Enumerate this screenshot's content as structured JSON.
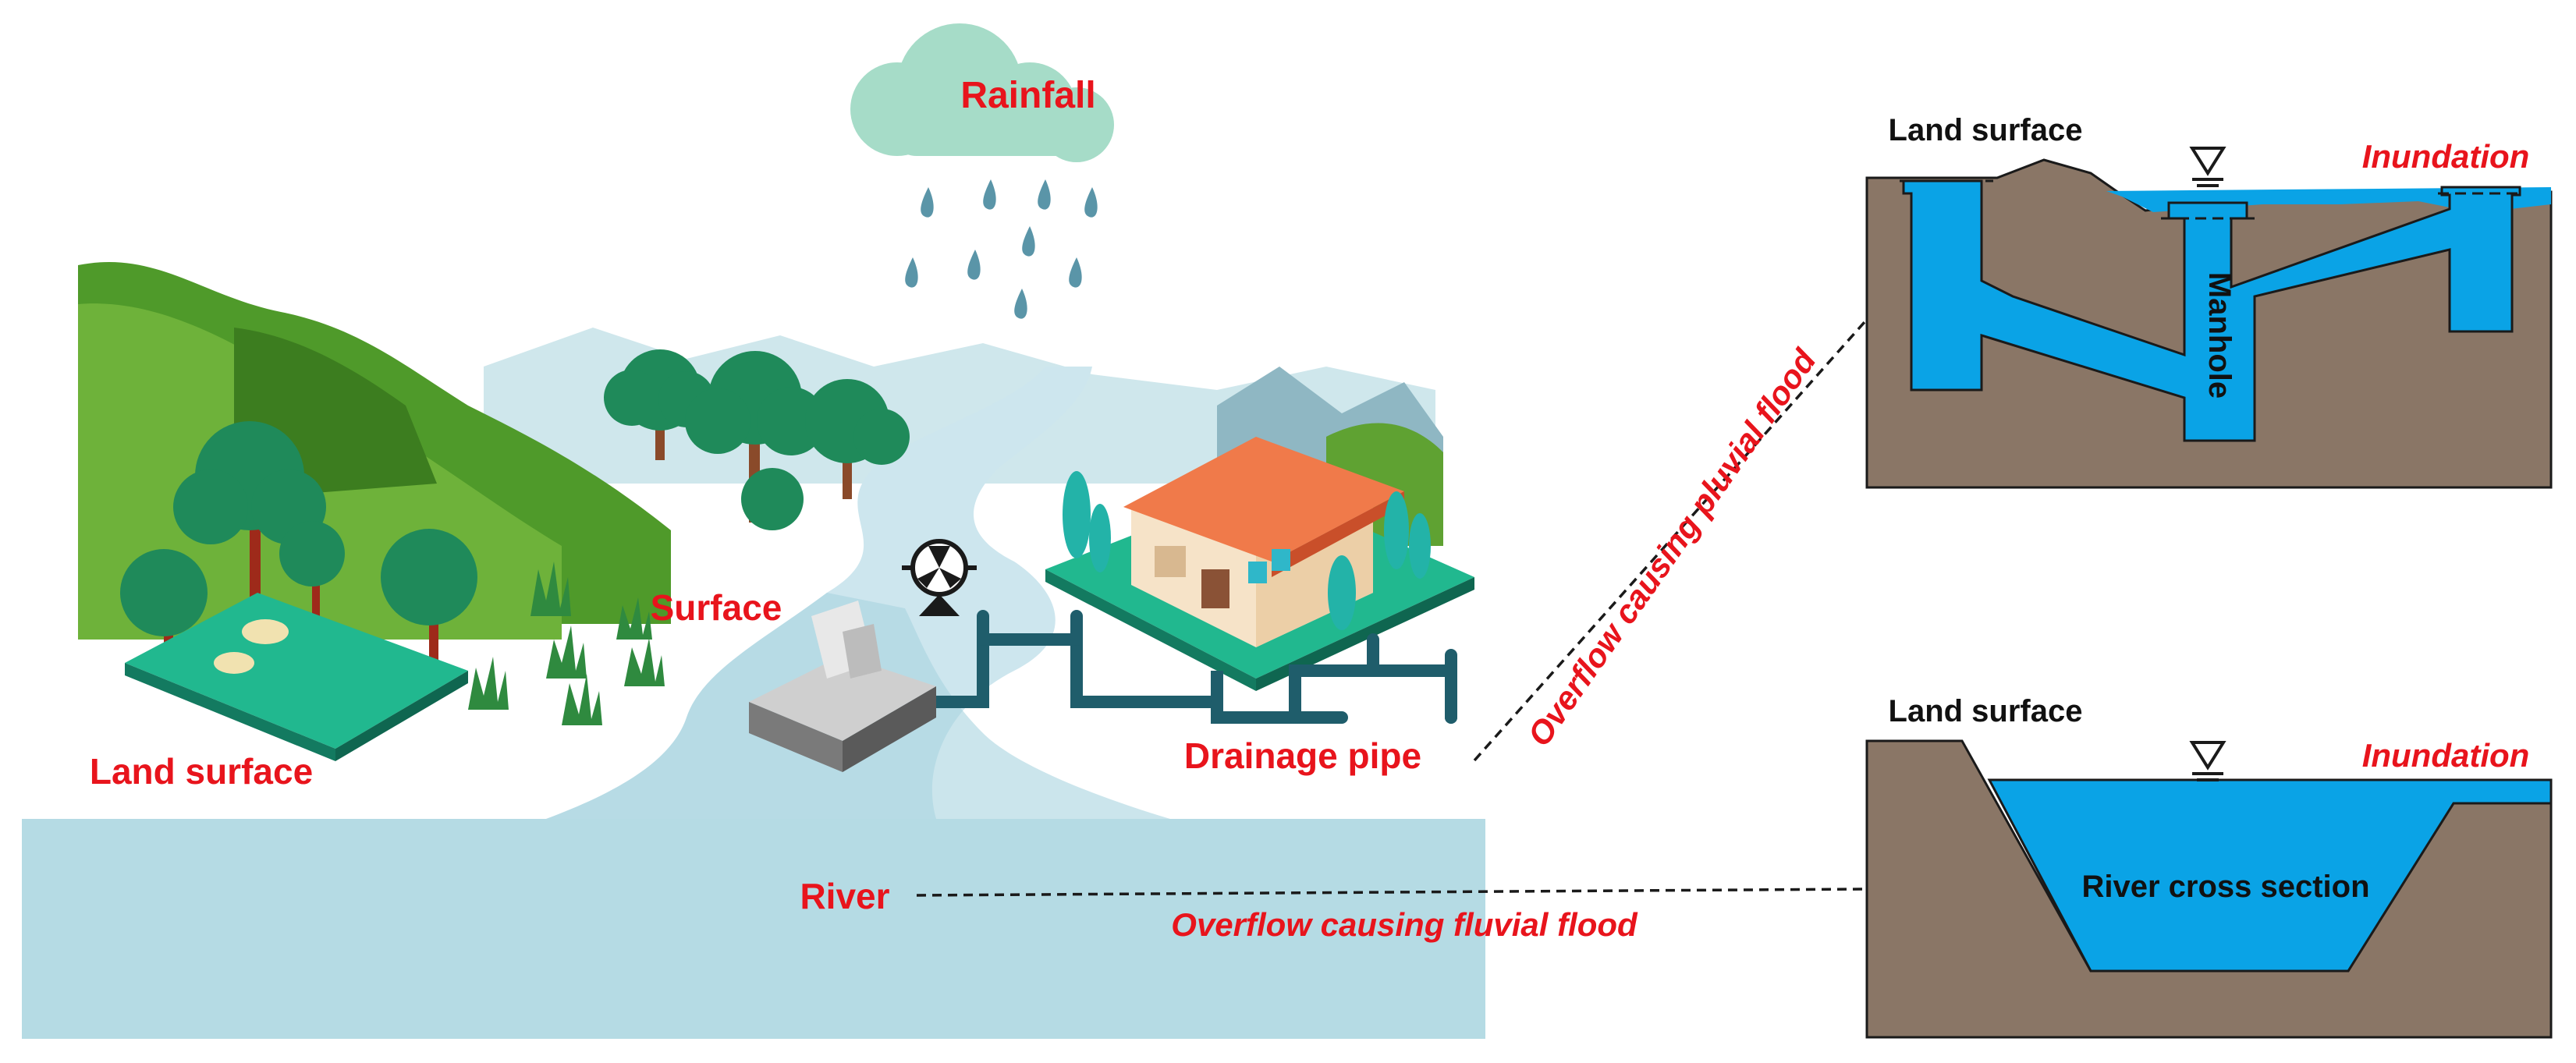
{
  "labels": {
    "rainfall": "Rainfall",
    "surface": "Surface",
    "land_surface_left": "Land surface",
    "drainage_pipe": "Drainage pipe",
    "river": "River",
    "overflow_pluvial": "Overflow causing pluvial flood",
    "overflow_fluvial": "Overflow causing fluvial flood",
    "land_surface_top": "Land surface",
    "inundation_top": "Inundation",
    "manhole": "Manhole",
    "land_surface_bottom": "Land surface",
    "inundation_bottom": "Inundation",
    "river_cross_section": "River cross section"
  },
  "colors": {
    "label_red": "#e8141c",
    "water_blue": "#0aa3e6",
    "soil_brown": "#8a7666",
    "river_light": "#b5dbe4",
    "cloud": "#a6dcc8",
    "rain": "#5a95a8",
    "pipe": "#1f5d6b",
    "tree_dark": "#1f8a5a",
    "hill_green": "#4f9a2a"
  },
  "icons": {
    "water_level": "water-level-triangle-icon",
    "pump": "pump-icon",
    "house": "house-icon",
    "outfall": "outfall-structure-icon"
  }
}
